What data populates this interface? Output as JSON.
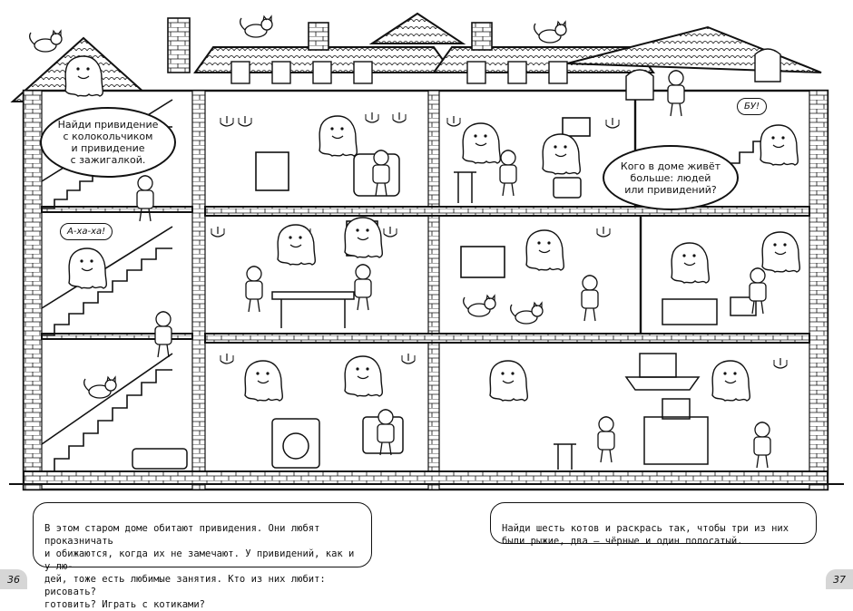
{
  "bubbles": {
    "ghost_task": "Найди привидение\nс колокольчиком\nи привидение\nс зажигалкой.",
    "who_more": "Кого в доме живёт\nбольше: людей\nили привидений?"
  },
  "speech": {
    "laugh": "А-ха-ха!",
    "boo": "БУ!"
  },
  "textboxes": {
    "left": "В этом старом доме обитают привидения. Они любят проказничать\nи обижаются, когда их не замечают. У привидений, как и у лю-\nдей, тоже есть любимые занятия. Кто из них любит: рисовать?\nготовить? Играть с котиками?",
    "right": "Найди шесть котов и раскрась так, чтобы три из них\nбыли рыжие, два — чёрные и один полосатый."
  },
  "page_numbers": {
    "left": "36",
    "right": "37"
  },
  "icons": [
    "cat-icon",
    "ghost-icon",
    "person-icon",
    "window-icon",
    "chimney-icon"
  ]
}
